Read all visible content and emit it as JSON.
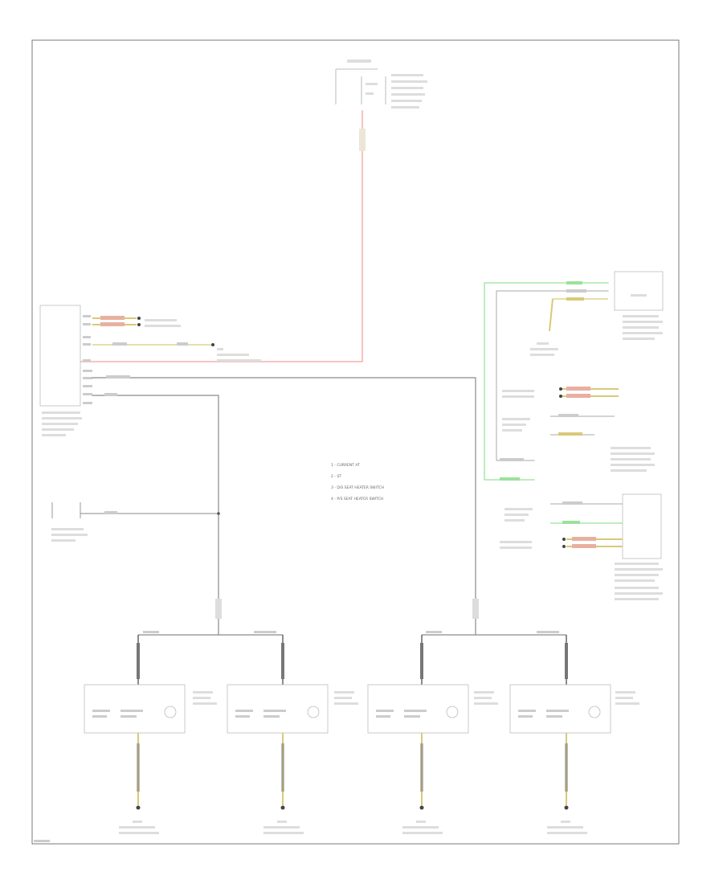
{
  "diagram": {
    "footer_code": "",
    "legend": [
      "1 - CURRENT AT",
      "2 - ST",
      "3 - D/S SEAT HEATER SWITCH",
      "4 - P/S SEAT HEATER SWITCH"
    ]
  },
  "colors": {
    "frame": "#7a7a7a",
    "wire_red": "#f4a0a0",
    "wire_green": "#9be29b",
    "wire_yellow": "#d9c978",
    "wire_dark": "#404040",
    "wire_gray": "#7a7a7a"
  }
}
